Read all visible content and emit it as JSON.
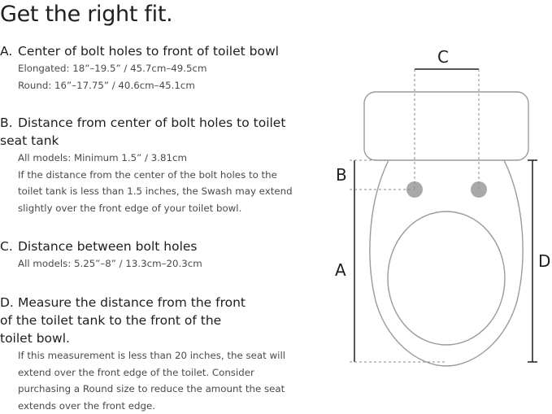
{
  "title": "Get the right fit.",
  "sections": [
    {
      "letter": "A.",
      "heading": [
        "Center of bolt holes to front of toilet bowl"
      ],
      "details": [
        "Elongated: 18”–19.5” / 45.7cm–49.5cm",
        "Round: 16”–17.75” / 40.6cm–45.1cm"
      ]
    },
    {
      "letter": "B.",
      "heading": [
        "Distance from center of bolt holes to toilet",
        "seat tank"
      ],
      "details": [
        "All models: Minimum 1.5” / 3.81cm",
        "If the distance from the center of the bolt holes to the",
        "toilet tank is less than 1.5 inches, the Swash may extend",
        "slightly over the front edge of your toilet bowl."
      ]
    },
    {
      "letter": "C.",
      "heading": [
        "Distance between bolt holes"
      ],
      "details": [
        "All models: 5.25”–8” / 13.3cm–20.3cm"
      ]
    },
    {
      "letter": "D.",
      "heading": [
        "Measure the distance from the front",
        "of the toilet tank to the front of the",
        "toilet bowl."
      ],
      "details": [
        "If this measurement is less than 20 inches, the seat will",
        "extend over the front edge of the toilet. Consider",
        "purchasing a Round size to reduce the amount the seat",
        "extends over the front edge."
      ]
    }
  ],
  "diagram": {
    "label_a": "A",
    "label_b": "B",
    "label_c": "C",
    "label_d": "D"
  }
}
